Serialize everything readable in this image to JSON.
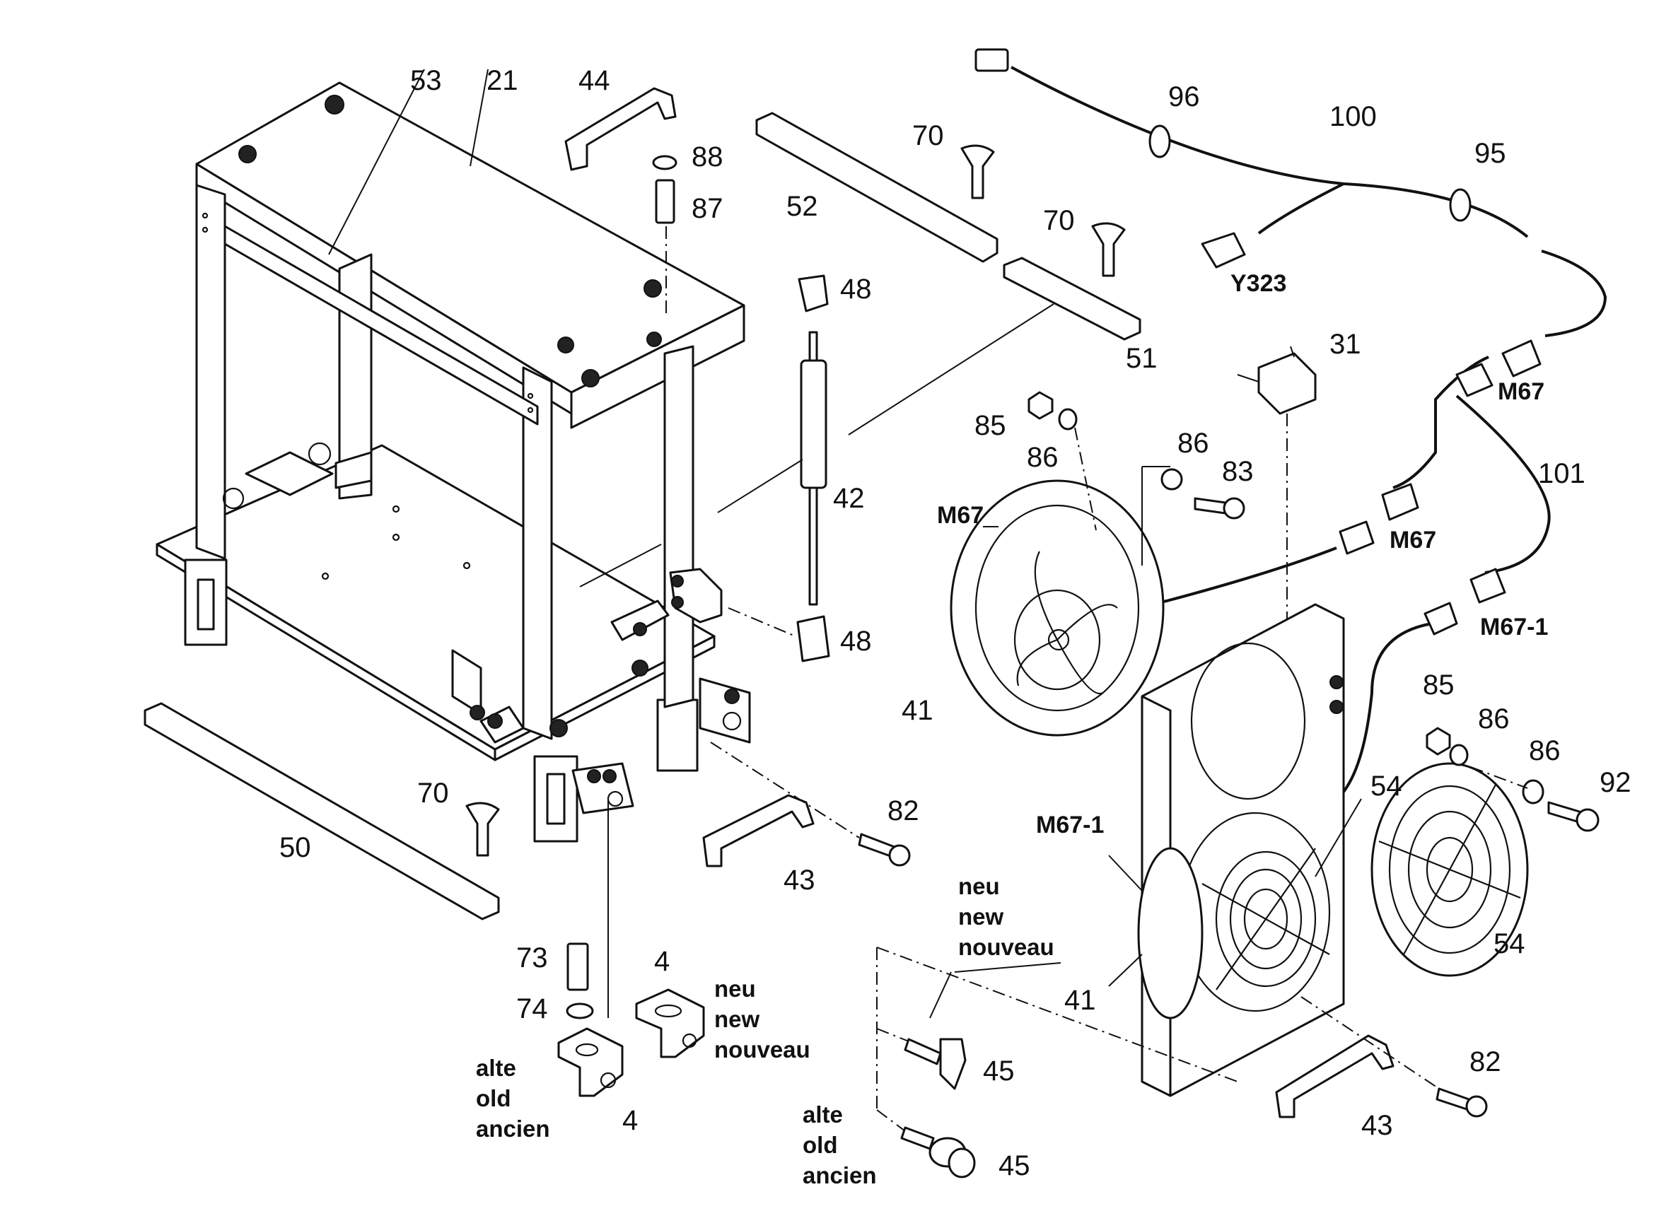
{
  "callouts": {
    "c53": "53",
    "c21": "21",
    "c44": "44",
    "c88": "88",
    "c87": "87",
    "c70a": "70",
    "c52": "52",
    "c70b": "70",
    "c51": "51",
    "c48a": "48",
    "c48b": "48",
    "c42": "42",
    "c96": "96",
    "c100": "100",
    "c95": "95",
    "cY323": "Y323",
    "c31": "31",
    "cM67a": "M67",
    "c85a": "85",
    "c86a": "86",
    "c86b": "86",
    "c83": "83",
    "cM67b": "M67",
    "c101": "101",
    "cM67c": "M67",
    "cM671a": "M67-1",
    "c41a": "41",
    "c85b": "85",
    "c86c": "86",
    "c86d": "86",
    "c92": "92",
    "c54a": "54",
    "c54b": "54",
    "cM671b": "M67-1",
    "c41b": "41",
    "c70c": "70",
    "c50": "50",
    "c82a": "82",
    "c43a": "43",
    "c73": "73",
    "c74": "74",
    "c4a": "4",
    "c4b": "4",
    "c45a": "45",
    "c45b": "45",
    "c82b": "82",
    "c43b": "43"
  },
  "notes": {
    "new_bracket": [
      "neu",
      "new",
      "nouveau"
    ],
    "old_bracket": [
      "alte",
      "old",
      "ancien"
    ],
    "new_screw": [
      "neu",
      "new",
      "nouveau"
    ],
    "old_screw": [
      "alte",
      "old",
      "ancien"
    ]
  }
}
